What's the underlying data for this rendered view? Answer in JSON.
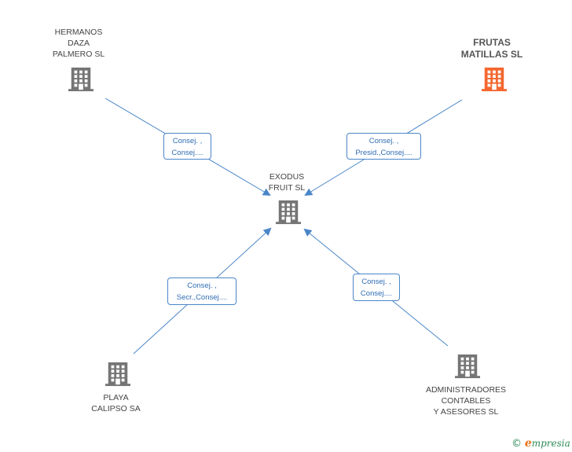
{
  "colors": {
    "edge": "#4a86c8",
    "building_gray": "#757575",
    "building_orange": "#f4672f",
    "brand_green": "#2e8b57",
    "brand_orange": "#e8731a"
  },
  "nodes": {
    "hermanos": {
      "label": "HERMANOS\nDAZA\nPALMERO SL",
      "icon": "building-icon",
      "highlight": false
    },
    "frutas": {
      "label": "FRUTAS\nMATILLAS SL",
      "icon": "building-icon",
      "highlight": true
    },
    "exodus": {
      "label": "EXODUS\nFRUIT SL",
      "icon": "building-icon",
      "highlight": false
    },
    "playa": {
      "label": "PLAYA\nCALIPSO SA",
      "icon": "building-icon",
      "highlight": false
    },
    "administradores": {
      "label": "ADMINISTRADORES\nCONTABLES\nY ASESORES SL",
      "icon": "building-icon",
      "highlight": false
    }
  },
  "edges": {
    "hermanos": "Consej. ,\nConsej....",
    "frutas": "Consej. ,\nPresid.,Consej....",
    "playa": "Consej. ,\nSecr.,Consej....",
    "administradores": "Consej. ,\nConsej...."
  },
  "brand": {
    "copyright": "©",
    "e": "e",
    "rest": "mpresia"
  }
}
